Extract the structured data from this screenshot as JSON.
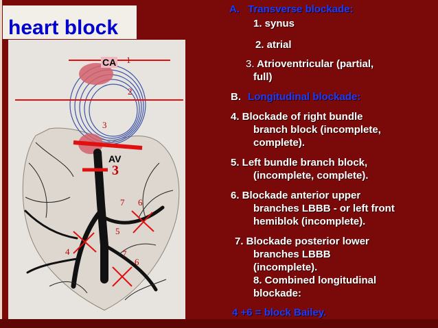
{
  "slide": {
    "title": "heart block",
    "colors": {
      "background": "#7a0a0a",
      "title": "#0000cc",
      "heading": "#1a3cff",
      "text": "#ffffff"
    }
  },
  "figure": {
    "labels": {
      "ca": "CA",
      "av": "AV",
      "n1": "1",
      "n2": "2",
      "n3_top": "3",
      "n3_av": "3",
      "n4": "4",
      "n5": "5",
      "n6_upper": "6",
      "n6_lower": "6",
      "n7": "7",
      "n7_b": "7"
    }
  },
  "list": {
    "a_prefix": "A.",
    "a_heading": "Transverse blockade:",
    "a1": "1. synus",
    "a2": "2.  atrial",
    "a3_num": "3.",
    "a3_line1": "Atrioventricular (partial,",
    "a3_line2": "full)",
    "b_prefix": "B.",
    "b_heading": "Longitudinal blockade:",
    "b4_line1": "4. Blockade of right bundle",
    "b4_line2": "branch block (incomplete,",
    "b4_line3": "complete).",
    "b5_line1": "5. Left bundle branch block,",
    "b5_line2": "(incomplete, complete).",
    "b6_line1": "6. Blockade anterior upper",
    "b6_line2": "branches LBBB - or left front",
    "b6_line3": "hemiblok (incomplete).",
    "b7_line1": "7. Blockade posterior lower",
    "b7_line2": "branches LBBB",
    "b7_line3": "(incomplete).",
    "b8_line1": "8. Combined longitudinal",
    "b8_line2": "blockade:",
    "b8_line3": "4 +6 = block Bailey."
  }
}
